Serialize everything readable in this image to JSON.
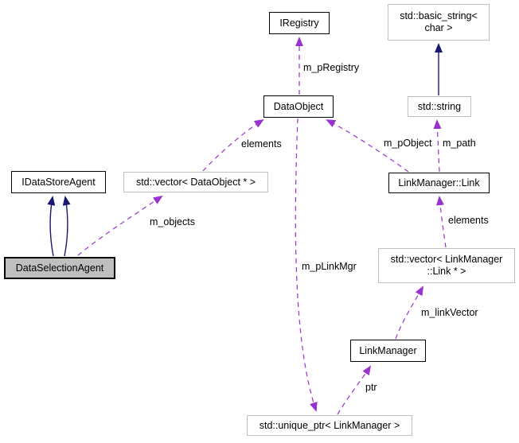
{
  "colors": {
    "usage_edge": "#9a32cd",
    "inheritance_edge": "#191970",
    "selected_fill": "#bfbfbf",
    "node_border": "#000000",
    "external_node_border": "#c0c0c0"
  },
  "nodes": {
    "iregistry": {
      "label": "IRegistry"
    },
    "basic_string": {
      "line1": "std::basic_string<",
      "line2": "char >"
    },
    "data_object": {
      "label": "DataObject"
    },
    "std_string": {
      "label": "std::string"
    },
    "idatastore_agent": {
      "label": "IDataStoreAgent"
    },
    "vector_dataobject": {
      "label": "std::vector< DataObject * >"
    },
    "linkmanager_link": {
      "label": "LinkManager::Link"
    },
    "dataselection_agent": {
      "label": "DataSelectionAgent"
    },
    "vector_link": {
      "line1": "std::vector< LinkManager",
      "line2": "::Link * >"
    },
    "linkmanager": {
      "label": "LinkManager"
    },
    "unique_ptr": {
      "label": "std::unique_ptr< LinkManager >"
    }
  },
  "edge_labels": {
    "m_pRegistry": "m_pRegistry",
    "elements_left": "elements",
    "m_pObject": "m_pObject",
    "m_path": "m_path",
    "m_objects": "m_objects",
    "elements_right": "elements",
    "m_linkVector": "m_linkVector",
    "m_pLinkMgr": "m_pLinkMgr",
    "ptr": "ptr"
  }
}
